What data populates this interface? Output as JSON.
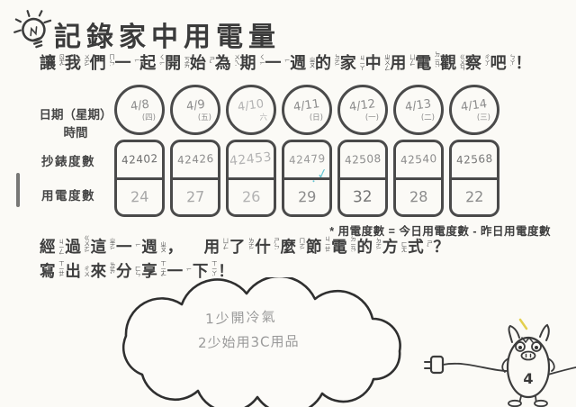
{
  "header": {
    "icon": "lightbulb-icon",
    "title": "記錄家中用電量",
    "subtitle": [
      {
        "c": "讓",
        "z": "ㄖㄤˋ"
      },
      {
        "c": "我",
        "z": "ㄨㄛˇ"
      },
      {
        "c": "們",
        "z": "ㄇㄣ˙"
      },
      {
        "c": "一",
        "z": "ㄧˋ"
      },
      {
        "c": "起",
        "z": "ㄑㄧˇ"
      },
      {
        "c": "開",
        "z": "ㄎㄞ"
      },
      {
        "c": "始",
        "z": "ㄕˇ"
      },
      {
        "c": "為",
        "z": "ㄨㄟˊ"
      },
      {
        "c": "期",
        "z": "ㄑㄧˊ"
      },
      {
        "c": "一",
        "z": "ㄧˋ"
      },
      {
        "c": "週",
        "z": "ㄓㄡ"
      },
      {
        "c": "的",
        "z": "ㄉㄜ˙"
      },
      {
        "c": "家",
        "z": "ㄐㄧㄚ"
      },
      {
        "c": "中",
        "z": "ㄓㄨㄥ"
      },
      {
        "c": "用",
        "z": "ㄩㄥˋ"
      },
      {
        "c": "電",
        "z": "ㄉㄧㄢˋ"
      },
      {
        "c": "觀",
        "z": "ㄍㄨㄢ"
      },
      {
        "c": "察",
        "z": "ㄔㄚˊ"
      },
      {
        "c": "吧",
        "z": "ㄅㄚ˙"
      },
      {
        "c": "！",
        "z": ""
      }
    ]
  },
  "table": {
    "labels": {
      "date_line1": "日期（星期）",
      "date_line2": "時間",
      "meter": "抄錶度數",
      "usage": "用電度數"
    },
    "columns": [
      {
        "date": "4/8",
        "weekday": "(四)",
        "meter": "42402",
        "usage": "24"
      },
      {
        "date": "4/9",
        "weekday": "(五)",
        "meter": "42426",
        "usage": "27"
      },
      {
        "date": "4/10",
        "weekday": "六",
        "meter": "42453",
        "usage": "26"
      },
      {
        "date": "4/11",
        "weekday": "(日)",
        "meter": "42479",
        "usage": "29"
      },
      {
        "date": "4/12",
        "weekday": "(一)",
        "meter": "42508",
        "usage": "32"
      },
      {
        "date": "4/13",
        "weekday": "(二)",
        "meter": "42540",
        "usage": "28"
      },
      {
        "date": "4/14",
        "weekday": "(三)",
        "meter": "42568",
        "usage": "22"
      }
    ],
    "check_mark": {
      "column": 4,
      "icon": "check-mark",
      "glyph": "✓",
      "color": "#4ebecd"
    },
    "footnote": "* 用電度數 = 今日用電度數 - 昨日用電度數"
  },
  "question": {
    "line1": [
      {
        "c": "經",
        "z": "ㄐㄧㄥ"
      },
      {
        "c": "過",
        "z": "ㄍㄨㄛˋ"
      },
      {
        "c": "這",
        "z": "ㄓㄜˋ"
      },
      {
        "c": "一",
        "z": "ㄧˋ"
      },
      {
        "c": "週",
        "z": "ㄓㄡ"
      },
      {
        "c": "，",
        "z": ""
      },
      {
        "c": "　",
        "z": ""
      },
      {
        "c": "用",
        "z": "ㄩㄥˋ"
      },
      {
        "c": "了",
        "z": "ㄌㄜ˙"
      },
      {
        "c": "什",
        "z": "ㄕㄣˊ"
      },
      {
        "c": "麼",
        "z": "ㄇㄜ˙"
      },
      {
        "c": "節",
        "z": "ㄐㄧㄝˊ"
      },
      {
        "c": "電",
        "z": "ㄉㄧㄢˋ"
      },
      {
        "c": "的",
        "z": "ㄉㄜ˙"
      },
      {
        "c": "方",
        "z": "ㄈㄤ"
      },
      {
        "c": "式",
        "z": "ㄕˋ"
      },
      {
        "c": "？",
        "z": ""
      }
    ],
    "line2": [
      {
        "c": "寫",
        "z": "ㄒㄧㄝˇ"
      },
      {
        "c": "出",
        "z": "ㄔㄨ"
      },
      {
        "c": "來",
        "z": "ㄌㄞˊ"
      },
      {
        "c": "分",
        "z": "ㄈㄣ"
      },
      {
        "c": "享",
        "z": "ㄒㄧㄤˇ"
      },
      {
        "c": "一",
        "z": "ㄧˊ"
      },
      {
        "c": "下",
        "z": "ㄒㄧㄚˋ"
      },
      {
        "c": "！",
        "z": ""
      }
    ]
  },
  "cloud": {
    "line1": "1少開冷氣",
    "line2": "2少始用3C用品"
  },
  "mascot": {
    "icon": "plug-monster-icon",
    "number": "4"
  },
  "colors": {
    "paper": "#fbfaf6",
    "ink": "#3e3e3e",
    "border": "#4a4a4a",
    "pencil": "#8c8c8c",
    "check": "#4ebecd"
  }
}
